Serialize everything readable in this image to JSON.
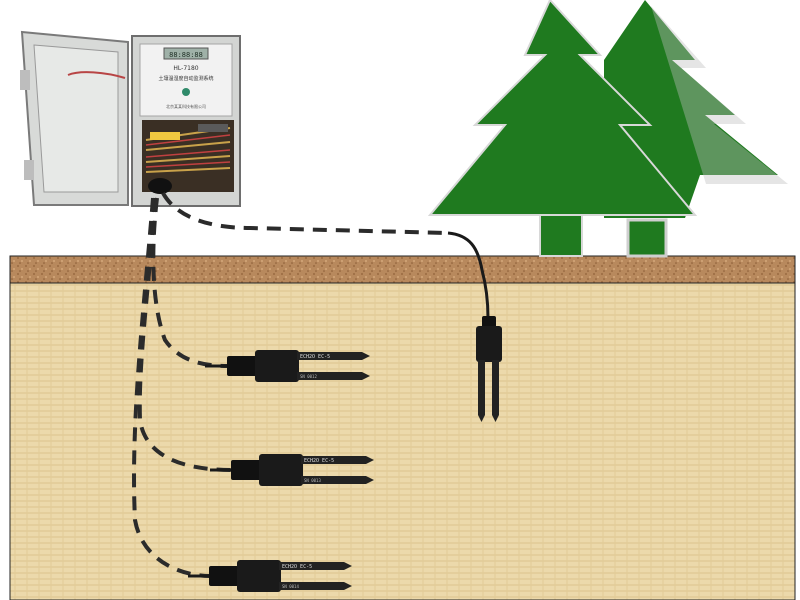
{
  "logger": {
    "display": "88:88:88",
    "model": "HL-7180",
    "title": "土壤温湿度自动监测系统",
    "maker": "北京某某科技有限公司"
  },
  "probes": [
    {
      "label": "ECH2O EC-5",
      "sub": "SN 0012"
    },
    {
      "label": "ECH2O EC-5",
      "sub": "SN 0013"
    },
    {
      "label": "ECH2O EC-5",
      "sub": "SN 0014"
    },
    {
      "label": "",
      "sub": ""
    }
  ],
  "colors": {
    "tree": "#1f7a1f",
    "trunk": "#1f7a1f",
    "topsoil": "#b5855a",
    "subsoil": "#e9d6a8",
    "cable": "#2b2b2b",
    "probe": "#1a1a1a"
  }
}
